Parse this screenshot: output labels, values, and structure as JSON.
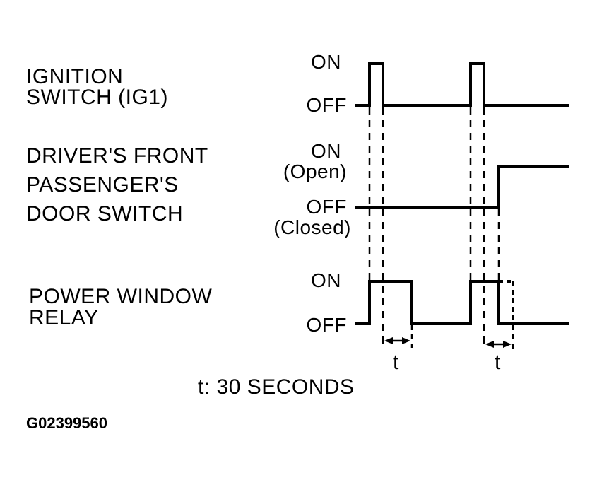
{
  "signals": [
    {
      "id": "ignition",
      "name_lines": [
        "IGNITION",
        "SWITCH (IG1)"
      ],
      "on_label": [
        "ON"
      ],
      "off_label": [
        "OFF"
      ]
    },
    {
      "id": "door",
      "name_lines": [
        "DRIVER'S FRONT",
        "PASSENGER'S",
        "DOOR SWITCH"
      ],
      "on_label": [
        "ON",
        "(Open)"
      ],
      "off_label": [
        "OFF",
        "(Closed)"
      ]
    },
    {
      "id": "relay",
      "name_lines": [
        "POWER WINDOW",
        "RELAY"
      ],
      "on_label": [
        "ON"
      ],
      "off_label": [
        "OFF"
      ]
    }
  ],
  "interval_labels": [
    "t",
    "t"
  ],
  "note": "t: 30 SECONDS",
  "figure_id": "G02399560",
  "colors": {
    "line": "#000000",
    "background": "#ffffff"
  }
}
